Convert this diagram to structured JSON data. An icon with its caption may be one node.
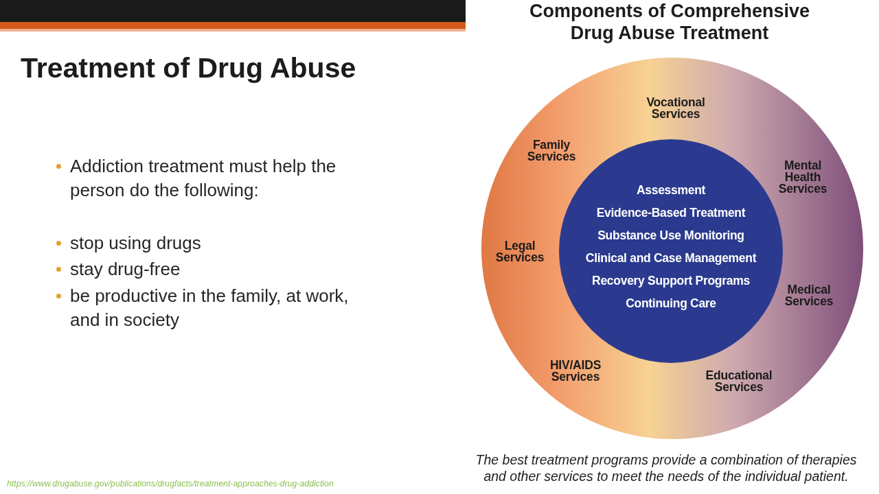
{
  "diagram": {
    "title": "Treatment of Drug Abuse",
    "caption": "The best treatment programs provide a combination of therapies and other services to meet the needs of the individual patient.",
    "nodes": [
      {
        "text": [
          "Vocational Services",
          "Family Services",
          "Mental Health Services",
          "Legal Services",
          "Medical Services",
          "HIV/AIDS Services",
          "Educational Services"
        ]
      },
      {
        "text": [
          "Assessment",
          "Evidence-Based Treatment",
          "Substance Use Monitoring",
          "Clinical and Case Management",
          "Recovery Support Programs",
          "Continuing Care"
        ],
        "in": 0
      }
    ],
    "labels": [
      "Addiction treatment must help the person do the following:",
      "stop using drugs",
      "stay drug-free",
      "be productive in the family, at work, and in society",
      "Components of Comprehensive Drug Abuse Treatment",
      "https://www.drugabuse.gov/publications/drugfacts/treatment-approaches-drug-addiction"
    ]
  }
}
